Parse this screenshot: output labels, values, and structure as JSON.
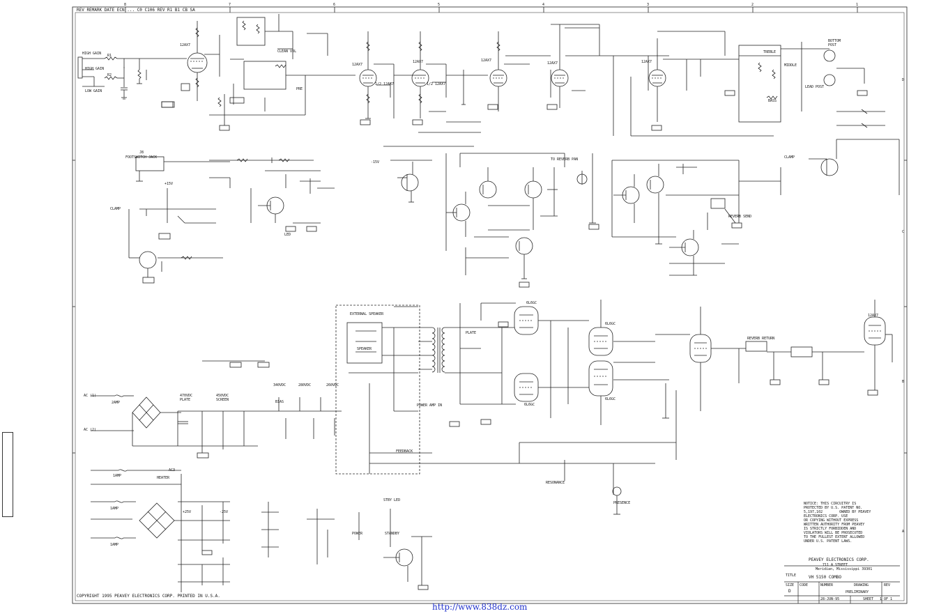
{
  "header": {
    "top_strip": "REV  REMARK  DATE  ECN  ...  C0   C106  REV  R1  B1  CB  SA"
  },
  "labels": {
    "input_jack": "HIGH GAIN",
    "jack_high_gain": "HIGH GAIN",
    "jack_low_gain": "LOW GAIN",
    "r_input_1": "R1",
    "r_input_2": "R2",
    "footswitch": "FOOTSWITCH JACK",
    "footswitch_jack": "J8",
    "clamp_1": "CLAMP",
    "clamp_2": "CLAMP",
    "v1_tube": "12AX7",
    "v2_tube": "12AX7",
    "v3_tube": "12AX7",
    "v4_tube": "12AX7",
    "v5_tube": "12AX7",
    "v6_tube": "12AX7",
    "v7_tube": "12AX7",
    "v8_tube": "6L6GC",
    "v9_tube": "6L6GC",
    "v10_tube": "6L6GC",
    "v11_tube": "6L6GC",
    "reverb_pan": "TO REVERB PAN",
    "reverb_send": "REVERB SEND",
    "reverb_return": "REVERB RETURN",
    "ext_speaker": "EXTERNAL SPEAKER",
    "speaker": "SPEAKER",
    "plate": "PLATE",
    "power_amp_in": "POWER AMP IN",
    "feedback": "FEEDBACK",
    "presence": "PRESENCE",
    "resonance": "RESONANCE",
    "bottom_label": "BOTTOM",
    "post": "POST",
    "treble": "TREBLE",
    "middle": "MIDDLE",
    "bass": "BASS",
    "lead_post": "LEAD POST",
    "clean_vol": "CLEAN VOL",
    "pre_gain": "PRE",
    "cr_led": "LED",
    "neg_plus": "+25V",
    "neg_minus": "-25V",
    "plus15": "+15V",
    "minus15": "-15V",
    "power_led": "POWER",
    "standby": "STANDBY",
    "standby_led": "STBY LED",
    "fuse_1": "2AMP",
    "fuse_2": "1AMP",
    "fuse_3": "1AMP",
    "fuse_4": "1AMP",
    "plate_supply": "PLATE",
    "screen_supply": "SCREEN",
    "bias_supply": "BIAS",
    "heater": "HEATER",
    "v_470": "470VDC",
    "v_450": "450VDC",
    "v_340": "340VDC",
    "v_280": "280VDC",
    "v_260": "260VDC",
    "ac_1": "AC (1)",
    "ac_2": "AC (2)",
    "ac_3": "AC3",
    "tube_note_a": "1/2 12AX7",
    "tube_note_b": "1/2 12AX7"
  },
  "notes": {
    "patent_notice": "NOTICE: THIS CIRCUITRY IS\nPROTECTED BY U.S. PATENT NO.\n5,197,102        OWNED BY PEAVEY\nELECTRONICS CORP. USE\nOR COPYING WITHOUT EXPRESS\nWRITTEN AUTHORITY FROM PEAVEY\nIS STRICTLY FORBIDDEN AND\nVIOLATORS WILL BE PROSECUTED\nTO THE FULLEST EXTENT ALLOWED\nUNDER U.S. PATENT LAWS.",
    "copyright": "COPYRIGHT  1995  PEAVEY  ELECTRONICS  CORP.  PRINTED  IN  U.S.A."
  },
  "title_block": {
    "company": "PEAVEY  ELECTRONICS  CORP.",
    "address": "711  A  STREET",
    "city": "Meridian, Mississippi  39301",
    "title_label": "TITLE",
    "title": "VH  5150  COMBO",
    "size_label": "SIZE",
    "size": "D",
    "code_label": "CODE",
    "number_label": "NUMBER",
    "drawing_label": "DRAWING",
    "preliminary": "PRELIMINARY",
    "rev_label": "REV",
    "date": "28-JUN-95",
    "sheet": "SHEET",
    "of": "1  OF  1"
  },
  "border": {
    "cols_top": [
      "8",
      "7",
      "6",
      "5",
      "4",
      "3",
      "2",
      "1"
    ],
    "rows_side": [
      "D",
      "C",
      "B",
      "A"
    ]
  },
  "footer": {
    "url": "http://www.838dz.com"
  },
  "colors": {
    "ink": "#111111",
    "url": "#2233cc",
    "background": "#ffffff"
  }
}
